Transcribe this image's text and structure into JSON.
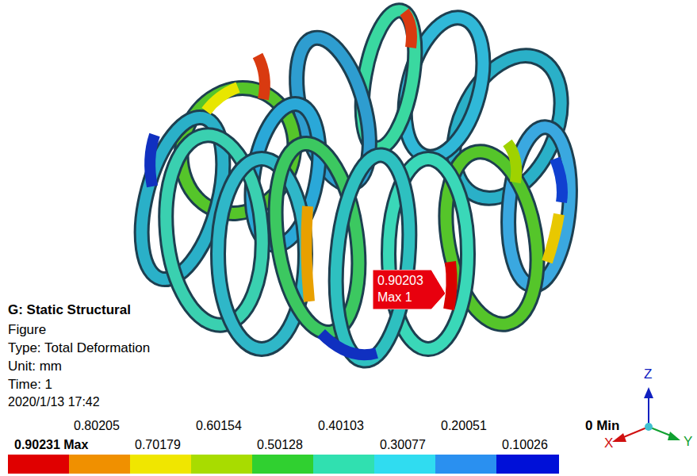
{
  "diagram": {
    "title": "G: Static Structural",
    "nodes": [
      {
        "text": [
          "0.90203",
          "Max 1"
        ]
      }
    ],
    "labels": [
      "Figure",
      "Type: Total Deformation",
      "Unit: mm",
      "Time: 1",
      "2020/1/13 17:42",
      "0.80205",
      "0.60154",
      "0.40103",
      "0.20051",
      "0 Min",
      "0.90231 Max",
      "0.70179",
      "0.50128",
      "0.30077",
      "0.10026",
      "Z",
      "X",
      "Y"
    ]
  }
}
